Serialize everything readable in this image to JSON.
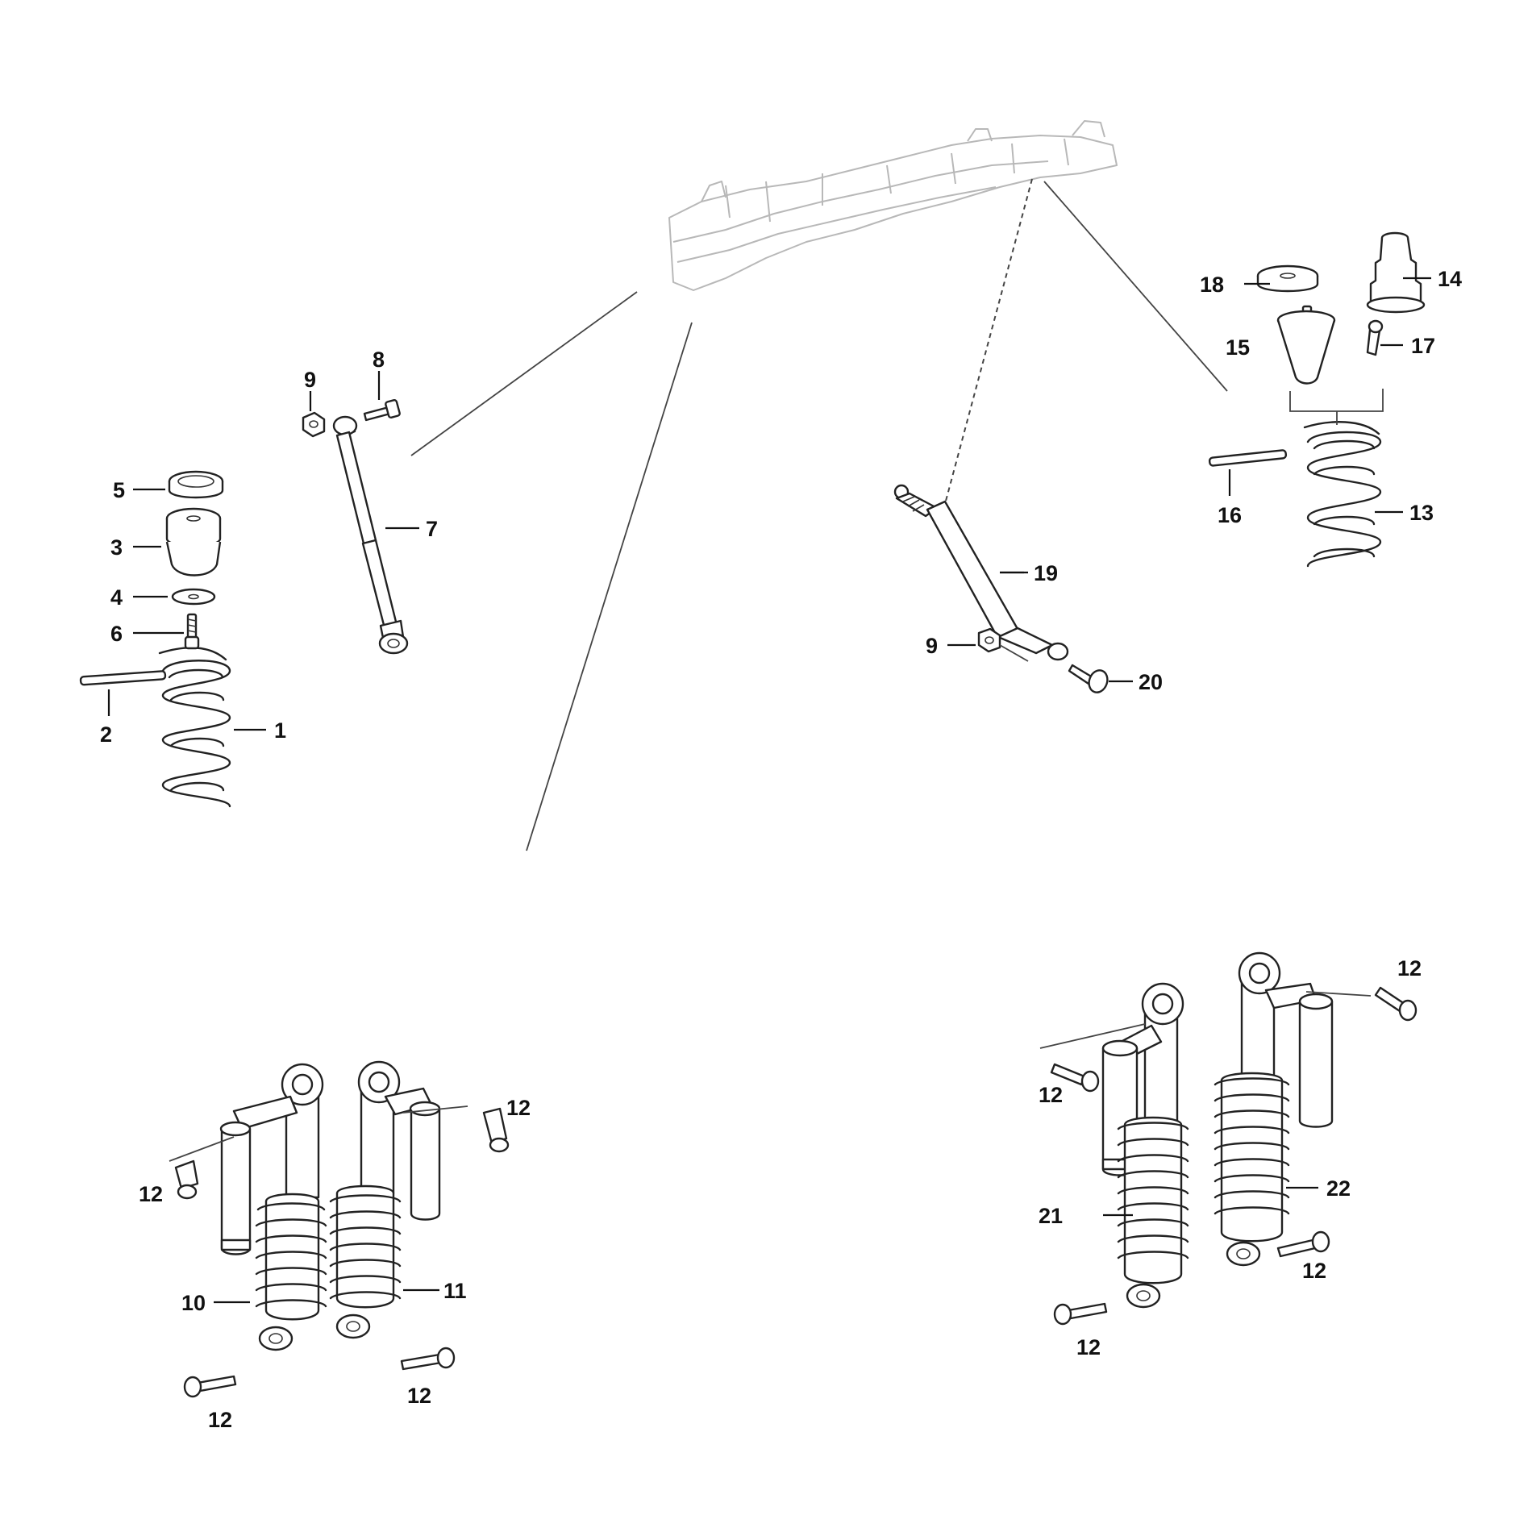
{
  "diagram": {
    "labels": [
      {
        "id": "l1",
        "text": "1"
      },
      {
        "id": "l2",
        "text": "2"
      },
      {
        "id": "l3",
        "text": "3"
      },
      {
        "id": "l4",
        "text": "4"
      },
      {
        "id": "l5",
        "text": "5"
      },
      {
        "id": "l6",
        "text": "6"
      },
      {
        "id": "l7",
        "text": "7"
      },
      {
        "id": "l8",
        "text": "8"
      },
      {
        "id": "l9a",
        "text": "9"
      },
      {
        "id": "l9b",
        "text": "9"
      },
      {
        "id": "l10",
        "text": "10"
      },
      {
        "id": "l11",
        "text": "11"
      },
      {
        "id": "l12a",
        "text": "12"
      },
      {
        "id": "l12b",
        "text": "12"
      },
      {
        "id": "l12c",
        "text": "12"
      },
      {
        "id": "l12d",
        "text": "12"
      },
      {
        "id": "l12e",
        "text": "12"
      },
      {
        "id": "l12f",
        "text": "12"
      },
      {
        "id": "l12g",
        "text": "12"
      },
      {
        "id": "l12h",
        "text": "12"
      },
      {
        "id": "l13",
        "text": "13"
      },
      {
        "id": "l14",
        "text": "14"
      },
      {
        "id": "l15",
        "text": "15"
      },
      {
        "id": "l16",
        "text": "16"
      },
      {
        "id": "l17",
        "text": "17"
      },
      {
        "id": "l18",
        "text": "18"
      },
      {
        "id": "l19",
        "text": "19"
      },
      {
        "id": "l20",
        "text": "20"
      },
      {
        "id": "l21",
        "text": "21"
      },
      {
        "id": "l22",
        "text": "22"
      }
    ]
  }
}
